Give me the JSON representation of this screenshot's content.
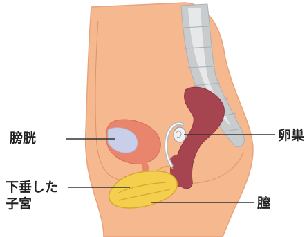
{
  "labels": {
    "bladder": "膀胱",
    "ovary": "卵巣",
    "prolapsed_uterus_line1": "下垂した",
    "prolapsed_uterus_line2": "子宮",
    "vagina": "膣"
  },
  "colors": {
    "body": "#f5b88f",
    "body_edge": "#e8a37c",
    "spine": "#c9ccce",
    "spine_light": "#e6e8ea",
    "rectum": "#a6454f",
    "bladder": "#e8856c",
    "bladder_inner": "#c9cfe8",
    "uterus": "#f4cf4e",
    "uterus_edge": "#d6a92c",
    "ovary_tube": "#b9b9bc",
    "leader_line": "#333333"
  }
}
